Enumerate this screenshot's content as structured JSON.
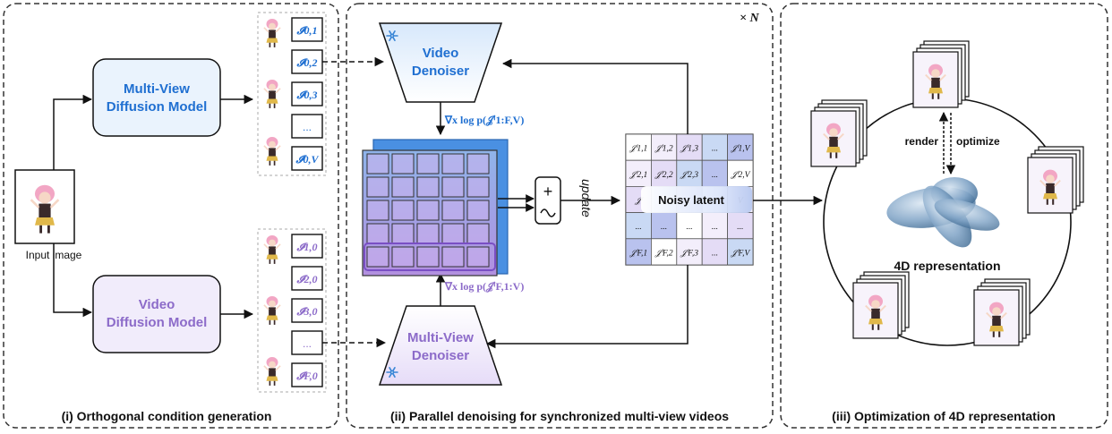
{
  "panel1": {
    "caption": "(i) Orthogonal condition generation"
  },
  "panel2": {
    "caption": "(ii) Parallel denoising for synchronized multi-view videos",
    "repeat": "× N"
  },
  "panel3": {
    "caption": "(iii) Optimization of 4D representation"
  },
  "input_label": "Input image",
  "mv_model": {
    "line1": "Multi-View",
    "line2": "Diffusion Model"
  },
  "vid_model": {
    "line1": "Video",
    "line2": "Diffusion Model"
  },
  "video_denoiser": {
    "line1": "Video",
    "line2": "Denoiser"
  },
  "mv_denoiser": {
    "line1": "Multi-View",
    "line2": "Denoiser"
  },
  "mv_outputs": [
    "𝓘0,1",
    "𝓘0,2",
    "𝓘0,3",
    "...",
    "𝓘0,V"
  ],
  "vid_outputs": [
    "𝓘1,0",
    "𝓘2,0",
    "𝓘3,0",
    "...",
    "𝓘F,0"
  ],
  "grad_top": "∇x log p(𝒥ⁱ1:F,V)",
  "grad_bottom": "∇x log p(𝒥ⁱF,1:V)",
  "update_label": "update",
  "noisy_latent": {
    "label": "Noisy latent",
    "rows": [
      [
        "𝒥ⁱ1,1",
        "𝒥ⁱ1,2",
        "𝒥ⁱ1,3",
        "...",
        "𝒥ⁱ1,V"
      ],
      [
        "𝒥ⁱ2,1",
        "𝒥ⁱ2,2",
        "𝒥ⁱ2,3",
        "...",
        "𝒥ⁱ2,V"
      ],
      [
        "𝒥ⁱ",
        "",
        "",
        "",
        "V"
      ],
      [
        "...",
        "...",
        "...",
        "...",
        "..."
      ],
      [
        "𝒥ⁱF,1",
        "𝒥ⁱF,2",
        "𝒥ⁱF,3",
        "...",
        "𝒥ⁱF,V"
      ]
    ]
  },
  "render_label": "render",
  "optimize_label": "optimize",
  "rep_label": "4D representation",
  "colors": {
    "blue": "#1f6fd1",
    "purple": "#8c6bc9",
    "blue_fill": "#eaf3fd",
    "purple_fill": "#f1ecfb"
  },
  "icons": [
    "snowflake-icon",
    "character-image-icon",
    "4d-ellipsoids-icon"
  ]
}
